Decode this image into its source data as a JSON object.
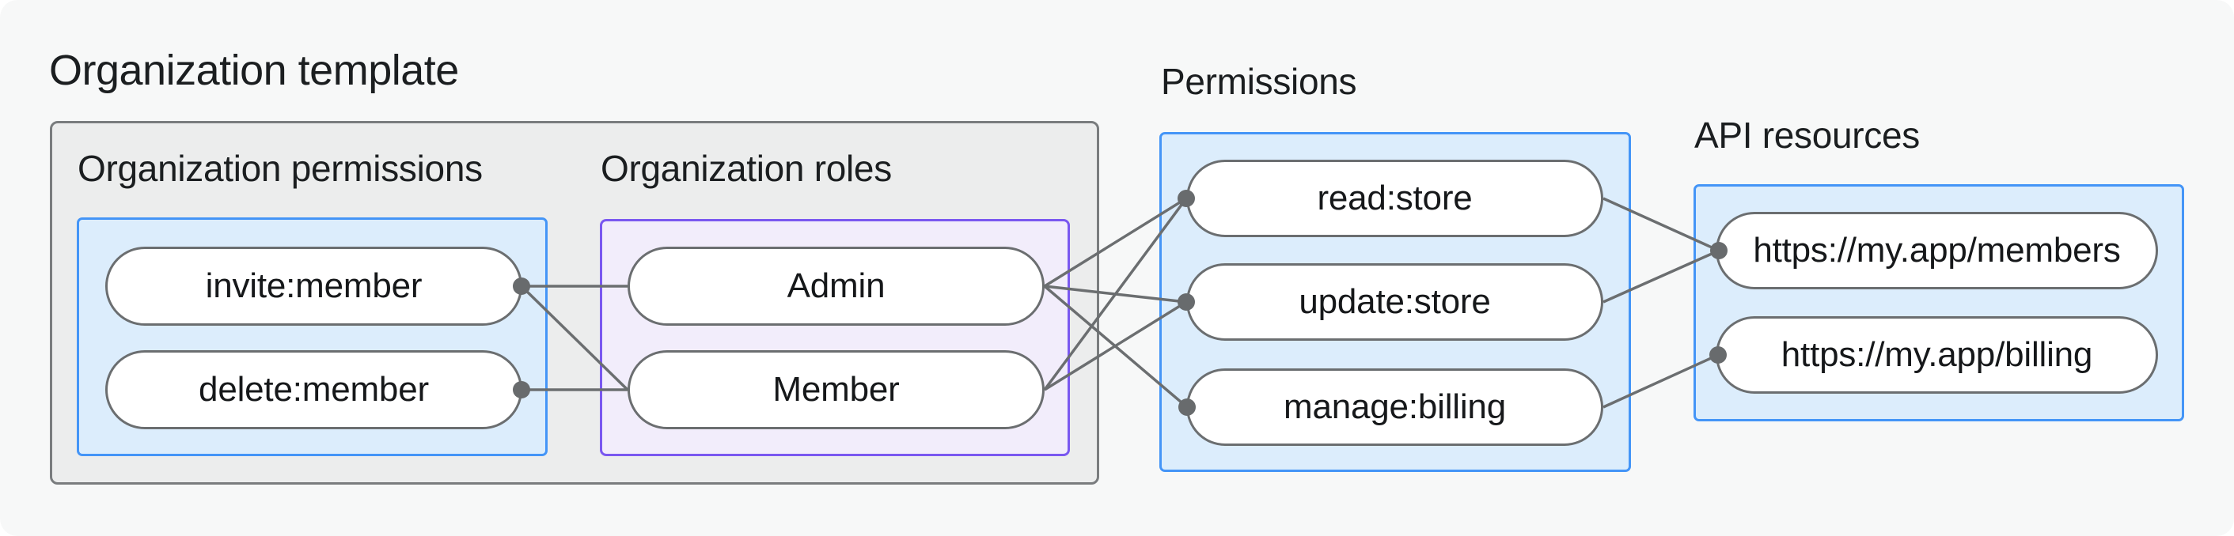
{
  "title": "Organization template",
  "groups": {
    "org_permissions": {
      "label": "Organization permissions",
      "nodes": [
        "invite:member",
        "delete:member"
      ]
    },
    "org_roles": {
      "label": "Organization roles",
      "nodes": [
        "Admin",
        "Member"
      ]
    },
    "permissions": {
      "label": "Permissions",
      "nodes": [
        "read:store",
        "update:store",
        "manage:billing"
      ]
    },
    "api_resources": {
      "label": "API resources",
      "nodes": [
        "https://my.app/members",
        "https://my.app/billing"
      ]
    }
  },
  "edges": [
    {
      "from": "invite:member",
      "to": "Admin"
    },
    {
      "from": "invite:member",
      "to": "Member"
    },
    {
      "from": "delete:member",
      "to": "Member"
    },
    {
      "from": "Admin",
      "to": "read:store"
    },
    {
      "from": "Admin",
      "to": "update:store"
    },
    {
      "from": "Admin",
      "to": "manage:billing"
    },
    {
      "from": "Member",
      "to": "read:store"
    },
    {
      "from": "Member",
      "to": "update:store"
    },
    {
      "from": "read:store",
      "to": "https://my.app/members"
    },
    {
      "from": "update:store",
      "to": "https://my.app/members"
    },
    {
      "from": "manage:billing",
      "to": "https://my.app/billing"
    }
  ],
  "colors": {
    "canvas_background": "#F7F8F8",
    "gray_container_fill": "#ECEDED",
    "gray_container_border": "#797C7E",
    "blue_group_fill": "#DCEDFC",
    "blue_group_border": "#4495F7",
    "purple_group_fill": "#F2EDFB",
    "purple_group_border": "#7A58F0",
    "node_fill": "#FFFFFF",
    "node_border": "#6B6E70",
    "connector": "#6B6E70",
    "text": "#1B1E20"
  }
}
